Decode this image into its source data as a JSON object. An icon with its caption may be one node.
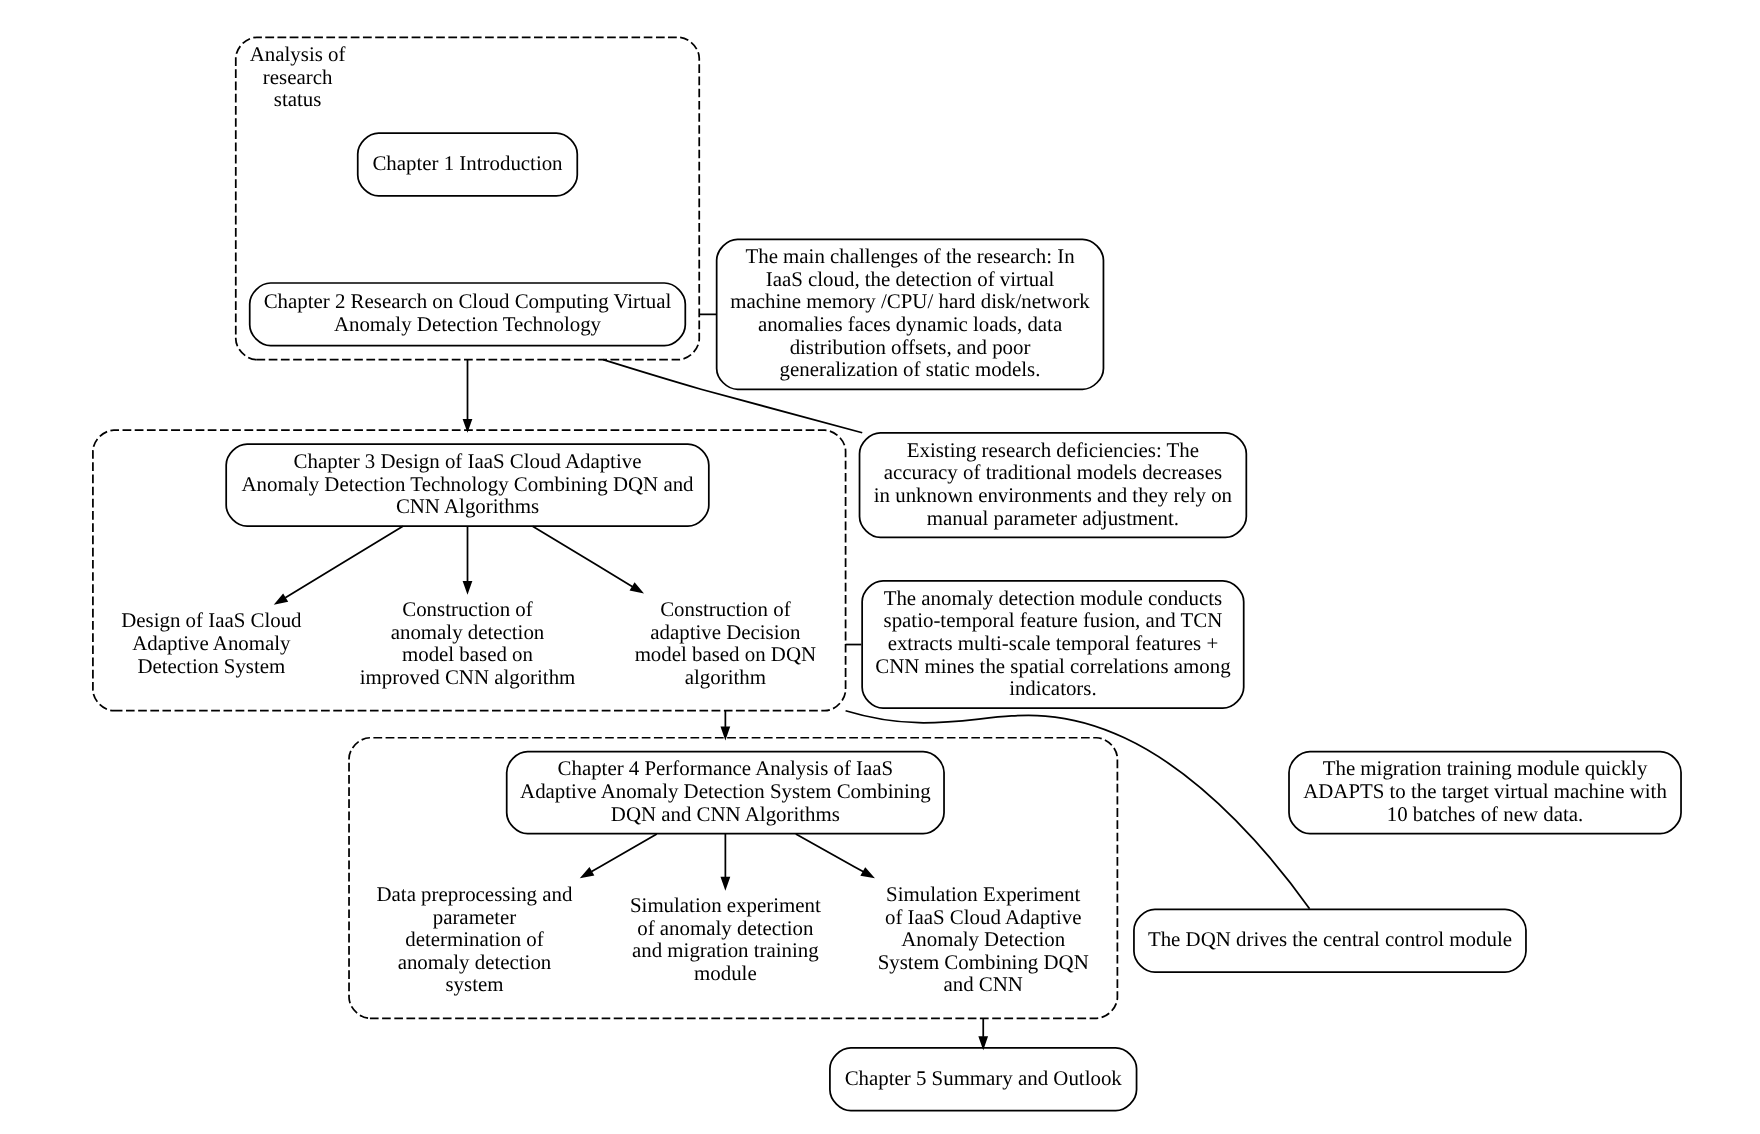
{
  "diagram": {
    "nodes": [
      {
        "text": [
          "Analysis of research status"
        ]
      },
      {
        "text": [
          "Chapter 1 Introduction"
        ],
        "in": 0
      },
      {
        "text": [
          "Chapter 2 Research on Cloud Computing Virtual Anomaly Detection Technology"
        ],
        "in": 0
      },
      {
        "text": [],
        "shape": "box"
      },
      {
        "text": [
          "Chapter 3 Design of IaaS Cloud Adaptive Anomaly Detection Technology Combining DQN and CNN Algorithms"
        ],
        "in": 3
      },
      {
        "text": [
          "Design of IaaS Cloud Adaptive Anomaly Detection System"
        ],
        "in": 3
      },
      {
        "text": [
          "Construction of anomaly detection model based on improved CNN algorithm"
        ],
        "in": 3
      },
      {
        "text": [
          "Construction of adaptive Decision model based on DQN algorithm"
        ],
        "in": 3
      },
      {
        "text": [],
        "shape": "box"
      },
      {
        "text": [
          "Chapter 4 Performance Analysis of IaaS Adaptive Anomaly Detection System Combining DQN and CNN Algorithms"
        ],
        "in": 8
      },
      {
        "text": [
          "Data preprocessing and parameter determination of anomaly detection system"
        ],
        "in": 8
      },
      {
        "text": [
          "Simulation experiment of anomaly detection and migration training module"
        ],
        "in": 8
      },
      {
        "text": [
          "Simulation Experiment of IaaS Cloud Adaptive Anomaly Detection System Combining DQN and CNN"
        ],
        "in": 8
      },
      {
        "text": [
          "Chapter 5 Summary and Outlook"
        ]
      },
      {
        "text": [
          "The main challenges of the research: In IaaS cloud, the detection of virtual machine memory /CPU/ hard disk/network anomalies faces dynamic loads, data distribution offsets, and poor generalization of static models."
        ]
      },
      {
        "text": [
          "Existing research deficiencies: The accuracy of traditional models decreases in unknown environments and they rely on manual parameter adjustment."
        ]
      },
      {
        "text": [
          "The anomaly detection module conducts spatio-temporal feature fusion, and TCN extracts multi-scale temporal features + CNN mines the spatial correlations among indicators."
        ]
      },
      {
        "text": [
          "The migration training module quickly ADAPTS to the target virtual machine with 10 batches of new data."
        ]
      },
      {
        "text": [
          "The DQN drives the central control module"
        ]
      }
    ],
    "edges": [
      {
        "from": 0,
        "to": 3,
        "arrow": "to"
      },
      {
        "from": 4,
        "to": 5,
        "arrow": "to"
      },
      {
        "from": 4,
        "to": 6,
        "arrow": "to"
      },
      {
        "from": 4,
        "to": 7,
        "arrow": "to"
      },
      {
        "from": 3,
        "to": 8,
        "arrow": "to"
      },
      {
        "from": 9,
        "to": 10,
        "arrow": "to"
      },
      {
        "from": 9,
        "to": 11,
        "arrow": "to"
      },
      {
        "from": 9,
        "to": 12,
        "arrow": "to"
      },
      {
        "from": 8,
        "to": 13,
        "arrow": "to"
      },
      {
        "from": 0,
        "to": 14,
        "arrow": "none"
      },
      {
        "from": 0,
        "to": 15,
        "arrow": "none"
      },
      {
        "from": 3,
        "to": 16,
        "arrow": "none"
      },
      {
        "from": 3,
        "to": 18,
        "arrow": "none"
      }
    ]
  }
}
